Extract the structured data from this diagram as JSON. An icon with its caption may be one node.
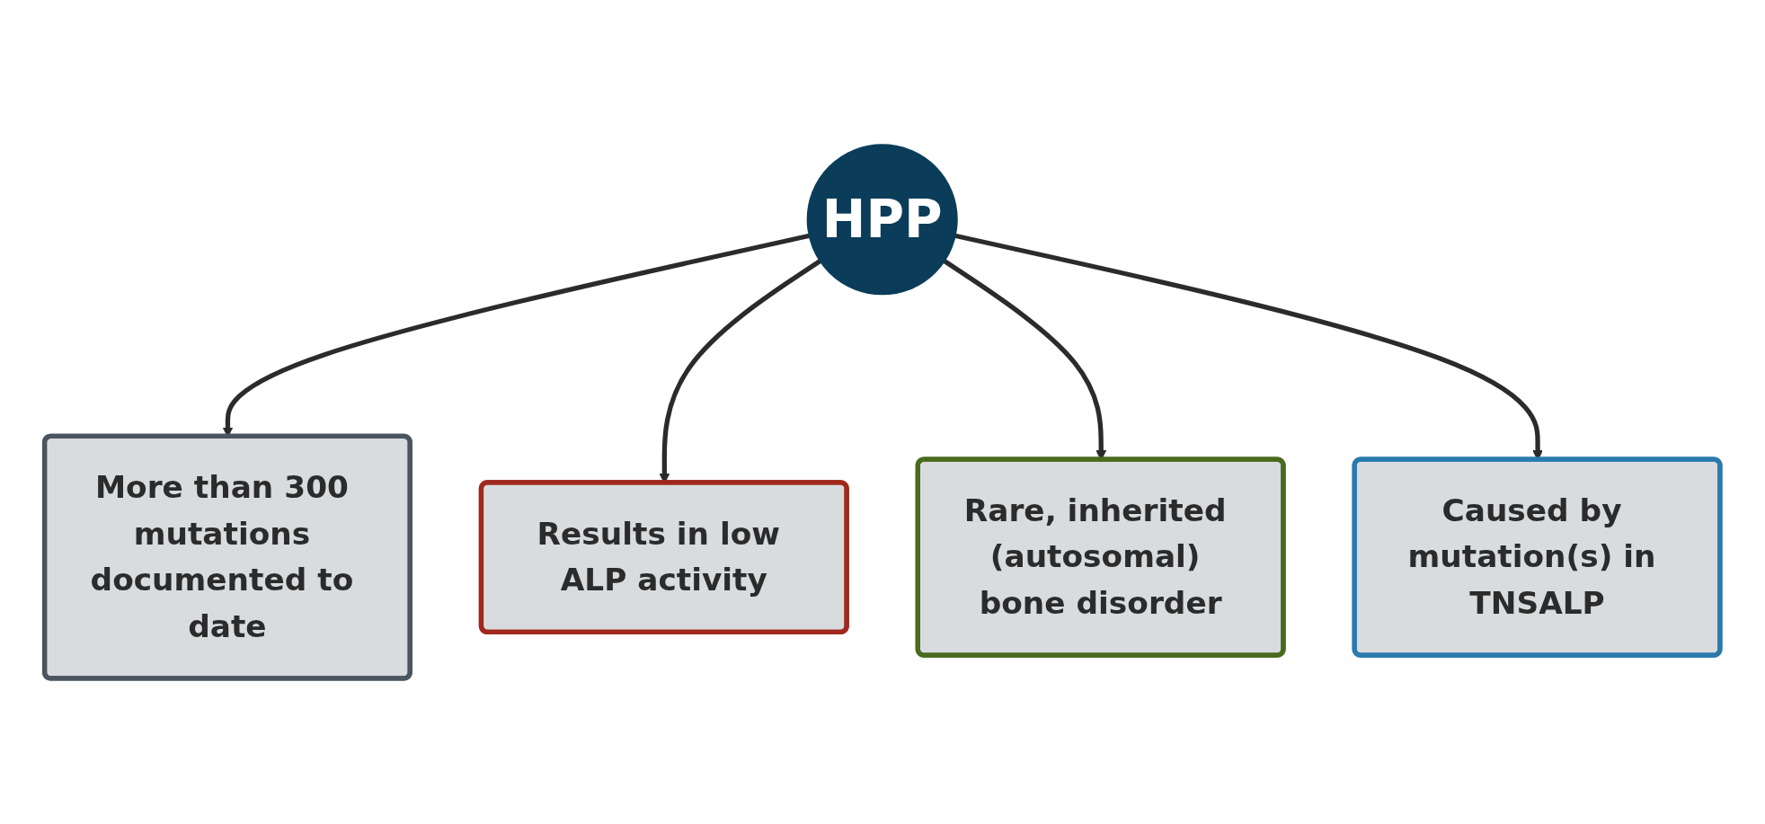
{
  "diagram": {
    "nodes": [
      {
        "text": [
          "More than 300 mutations documented to date"
        ]
      },
      {
        "text": [
          "Results in low ALP activity"
        ]
      },
      {
        "text": [
          "HPP"
        ]
      },
      {
        "text": [
          "Rare, inherited (autosomal) bone disorder"
        ]
      },
      {
        "text": [
          "Caused by mutation(s) in TNSALP"
        ]
      }
    ],
    "edges": [
      {
        "from": 2,
        "to": 0,
        "arrow": "to"
      },
      {
        "from": 2,
        "to": 1,
        "arrow": "to"
      },
      {
        "from": 2,
        "to": 3,
        "arrow": "to"
      },
      {
        "from": 2,
        "to": 4,
        "arrow": "to"
      }
    ]
  }
}
